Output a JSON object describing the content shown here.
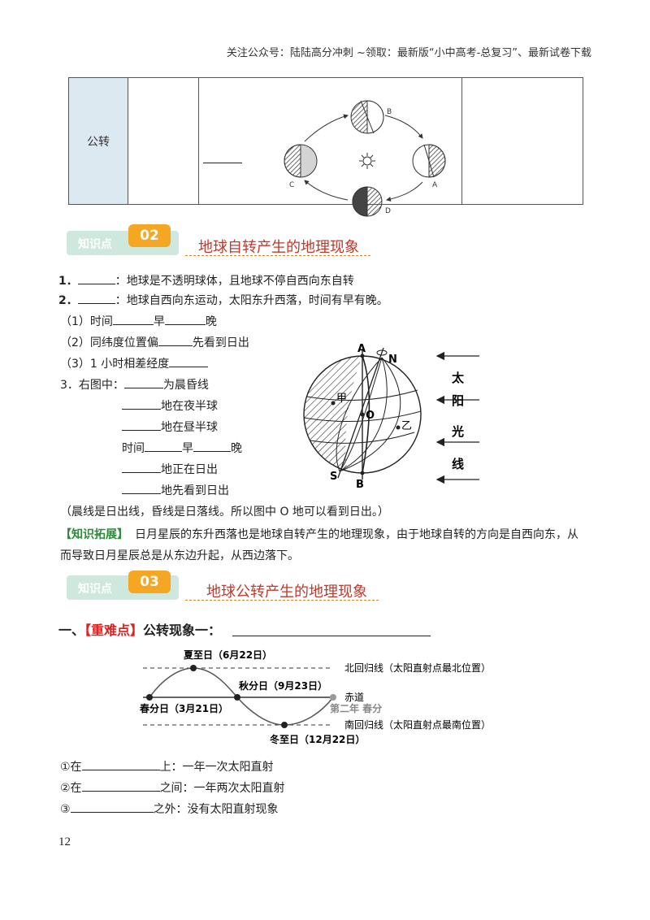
{
  "header": {
    "text": "关注公众号：陆陆高分冲刺  ~领取：最新版“小中高考-总复习”、最新试卷下载"
  },
  "table": {
    "label": "公转"
  },
  "orbit_labels": {
    "a": "A",
    "b": "B",
    "c": "C",
    "d": "D"
  },
  "section2": {
    "tag": "知识点",
    "num": "02",
    "title": "地球自转产生的地理现象"
  },
  "s2_items": {
    "i1_num": "1．",
    "i1_text": "：地球是不透明球体，且地球不停自西向东自转",
    "i2_num": "2．",
    "i2_text": "：地球自西向东运动，太阳东升西落，时间有早有晚。",
    "i2a_pre": "（1）时间",
    "i2a_mid": "早",
    "i2a_post": "晚",
    "i2b_pre": "（2）同纬度位置偏",
    "i2b_post": "先看到日出",
    "i2c_pre": "（3）1 小时相差经度",
    "i3_pre": "3．右图中：",
    "i3_1": "为晨昏线",
    "i3_2": "地在夜半球",
    "i3_3": "地在昼半球",
    "i3_4_pre": "时间",
    "i3_4_mid": "早",
    "i3_4_post": "晚",
    "i3_5": "地正在日出",
    "i3_6": "地先看到日出",
    "note": "（晨线是日出线，昏线是日落线。所以图中 O 地可以看到日出。）",
    "ext_label": "【知识拓展】",
    "ext_text1": "日月星辰的东升西落也是地球自转产生的地理现象，由于地球自转的方向是自西向东，从",
    "ext_text2": "而导致日月星辰总是从东边升起，从西边落下。"
  },
  "globe": {
    "A": "A",
    "N": "N",
    "O": "O",
    "S": "S",
    "B": "B",
    "jia": "甲",
    "yi": "乙",
    "sun": [
      "太",
      "阳",
      "光",
      "线"
    ]
  },
  "section3": {
    "tag": "知识点",
    "num": "03",
    "title": "地球公转产生的地理现象"
  },
  "s3": {
    "h_prefix": "一、",
    "h_red": "【重难点】",
    "h_text": "公转现象一：",
    "summer": "夏至日（6月22日）",
    "autumn": "秋分日（9月23日）",
    "spring": "春分日（3月21日）",
    "winter": "冬至日（12月22日）",
    "next_spring": "第二年 春分",
    "north": "北回归线（太阳直射点最北位置）",
    "equator": "赤道",
    "south": "南回归线（太阳直射点最南位置）",
    "l1_pre": "①在",
    "l1_post": "上：一年一次太阳直射",
    "l2_pre": "②在",
    "l2_post": "之间：一年两次太阳直射",
    "l3_pre": "③",
    "l3_post": "之外：没有太阳直射现象"
  },
  "page_number": "12"
}
